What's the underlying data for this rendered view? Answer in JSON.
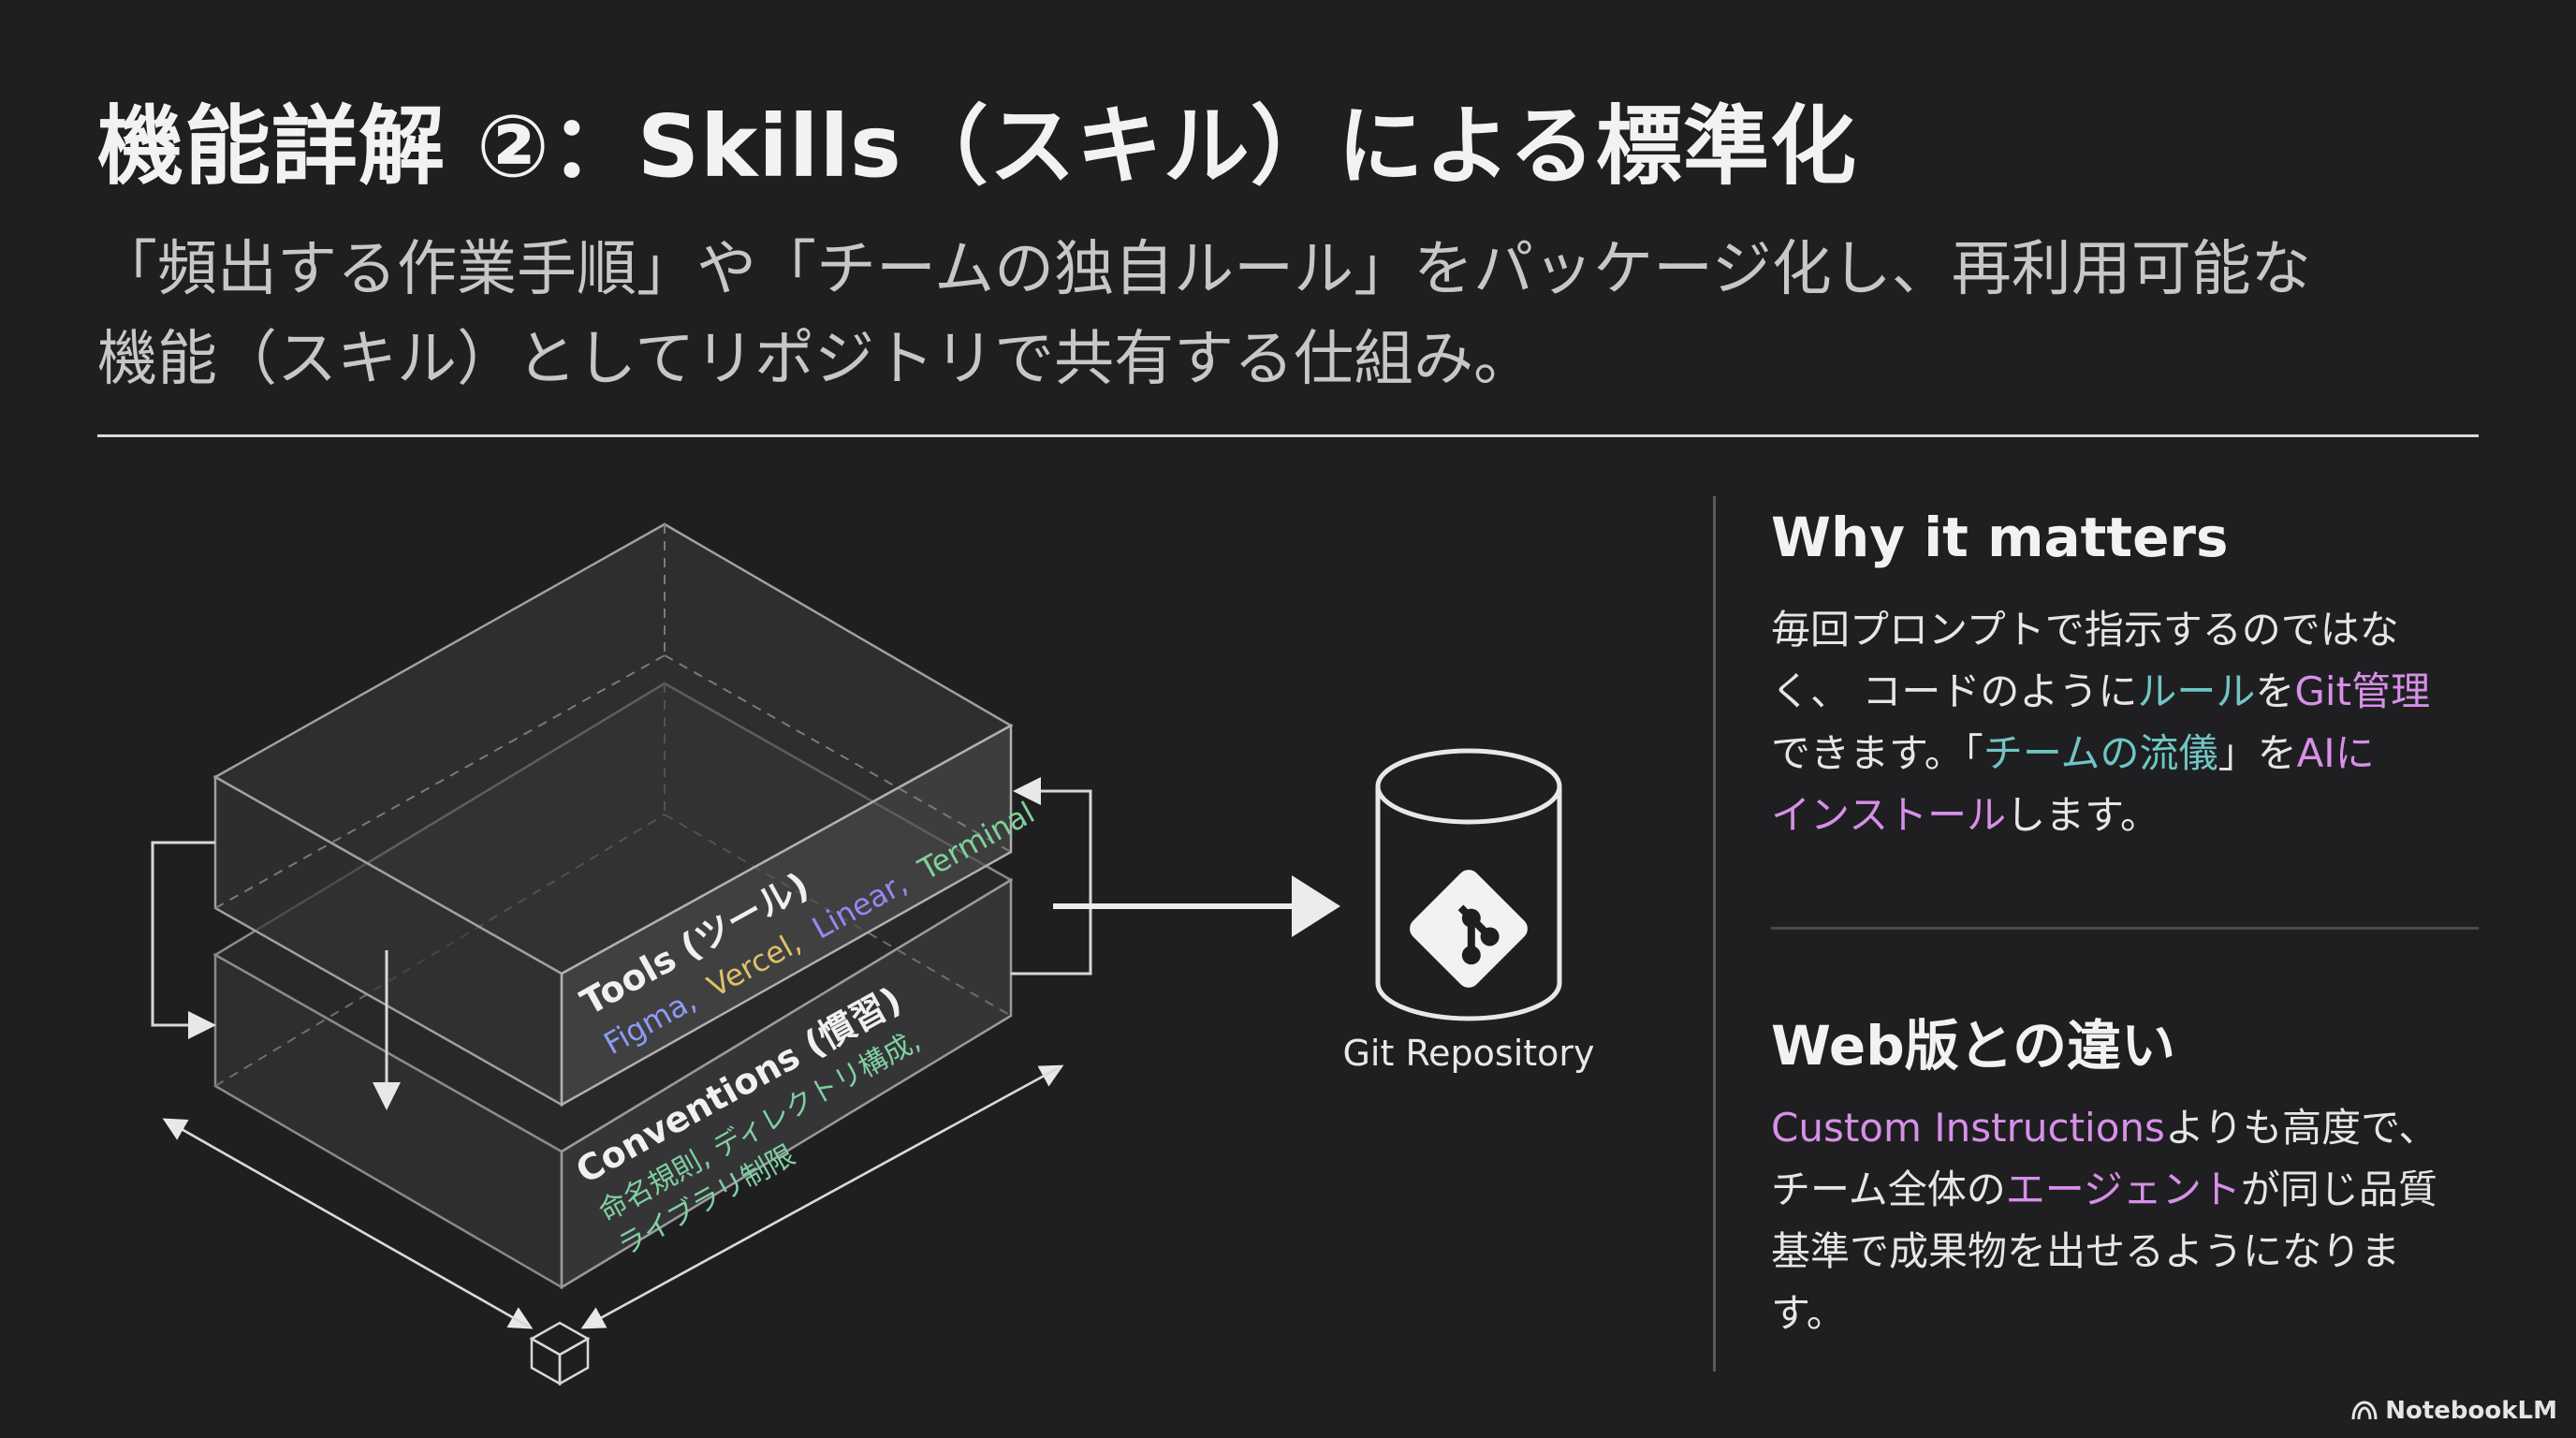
{
  "title": "機能詳解 ②：Skills（スキル）による標準化",
  "subtitle": {
    "line1": "「頻出する作業手順」や「チームの独自ルール」をパッケージ化し、再利用可能な",
    "line2": "機能（スキル）としてリポジトリで共有する仕組み。"
  },
  "diagram": {
    "tools_label": "Tools (ツール)",
    "tools_items": [
      {
        "text": "Figma,",
        "color": "#8b9bf5"
      },
      {
        "text": "Vercel,",
        "color": "#e0c06a"
      },
      {
        "text": "Linear,",
        "color": "#9a86f0"
      },
      {
        "text": "Terminal",
        "color": "#7fd19a"
      }
    ],
    "conventions_label": "Conventions (慣習)",
    "conventions_line1": "命名規則, ディレクトリ構成,",
    "conventions_line2": "ライブラリ制限",
    "repo_label": "Git Repository",
    "accent_green": "#7fd1a0"
  },
  "why": {
    "heading": "Why it matters",
    "l1": "毎回プロンプトで指示するのではな",
    "l2a": "く、 コードのように",
    "l2b": "ルール",
    "l2c": "を",
    "l2d": "Git管理",
    "l3a": "できます。「",
    "l3b": "チームの流儀",
    "l3c": "」を",
    "l3d": "AIに",
    "l4a": "インストール",
    "l4b": "します。"
  },
  "web": {
    "heading": "Web版との違い",
    "l1a": "Custom Instructions",
    "l1b": "よりも高度で、",
    "l2a": "チーム全体の",
    "l2b": "エージェント",
    "l2c": "が同じ品質",
    "l3": "基準で成果物を出せるようになりま",
    "l4": "す。"
  },
  "watermark": "NotebookLM",
  "colors": {
    "background": "#1f1f21",
    "teal": "#6fc6c4",
    "pink": "#d790e8"
  }
}
